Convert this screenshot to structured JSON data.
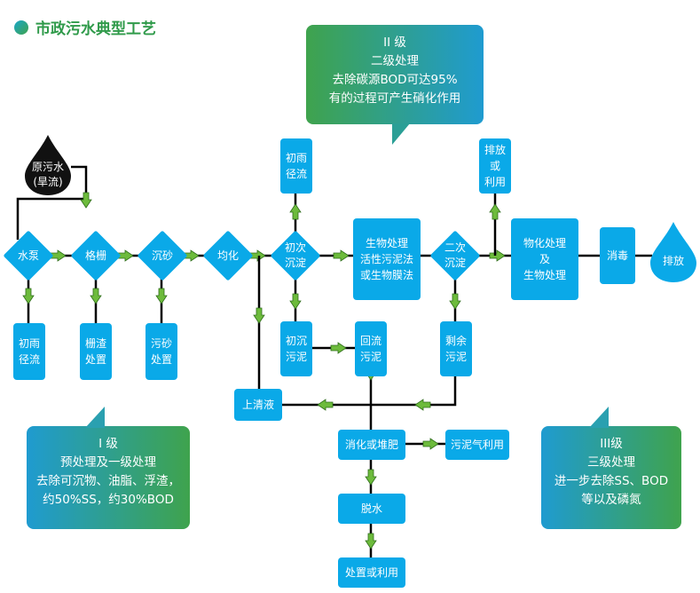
{
  "title": "市政污水典型工艺",
  "callouts": {
    "level2": [
      "II 级",
      "二级处理",
      "去除碳源BOD可达95%",
      "有的过程可产生硝化作用"
    ],
    "level1": [
      "I 级",
      "预处理及一级处理",
      "去除可沉物、油脂、浮渣，",
      "约50%SS，约30%BOD"
    ],
    "level3": [
      "III级",
      "三级处理",
      "进一步去除SS、BOD",
      "等以及磷氮"
    ]
  },
  "nodes": {
    "raw_water": "原污水\n(旱流)",
    "pump": "水泵",
    "screen": "格栅",
    "grit": "沉砂",
    "equalize": "均化",
    "primary": "初次\n沉淀",
    "bio": "生物处理\n活性污泥法\n或生物膜法",
    "secondary": "二次\n沉淀",
    "physchem": "物化处理\n及\n生物处理",
    "disinfect": "消毒",
    "discharge": "排放",
    "rain1": "初雨\n径流",
    "screenings": "栅渣\n处置",
    "grit_disposal": "污砂\n处置",
    "rain2": "初雨\n径流",
    "discharge_reuse": "排放\n或\n利用",
    "primary_sludge": "初沉\n污泥",
    "return_sludge": "回流\n污泥",
    "excess_sludge": "剩余\n污泥",
    "supernatant": "上清液",
    "digestion": "消化或堆肥",
    "biogas": "污泥气利用",
    "dewater": "脱水",
    "disposal": "处置或利用"
  },
  "colors": {
    "blue": "#0aa9e8",
    "green": "#3fa34d",
    "arrow": "#6dbb3c"
  }
}
